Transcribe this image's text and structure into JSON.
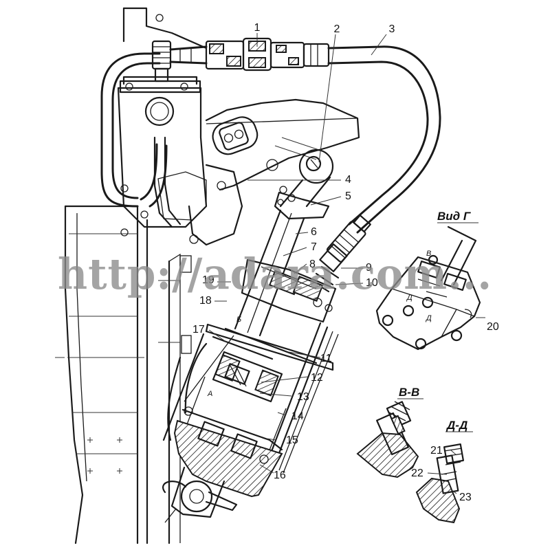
{
  "callouts": [
    "1",
    "2",
    "3",
    "4",
    "5",
    "6",
    "7",
    "8",
    "9",
    "10",
    "11",
    "12",
    "13",
    "14",
    "15",
    "16",
    "17",
    "18",
    "19",
    "20",
    "21",
    "22",
    "23"
  ],
  "section_labels": {
    "view_g": "Вид Г",
    "section_vv": "В-В",
    "section_dd": "Д-Д"
  },
  "cavity_labels": {
    "a": "А",
    "b": "Б",
    "v": "В",
    "d1": "Д",
    "d2": "Д"
  },
  "watermark": "http://adara.com..."
}
